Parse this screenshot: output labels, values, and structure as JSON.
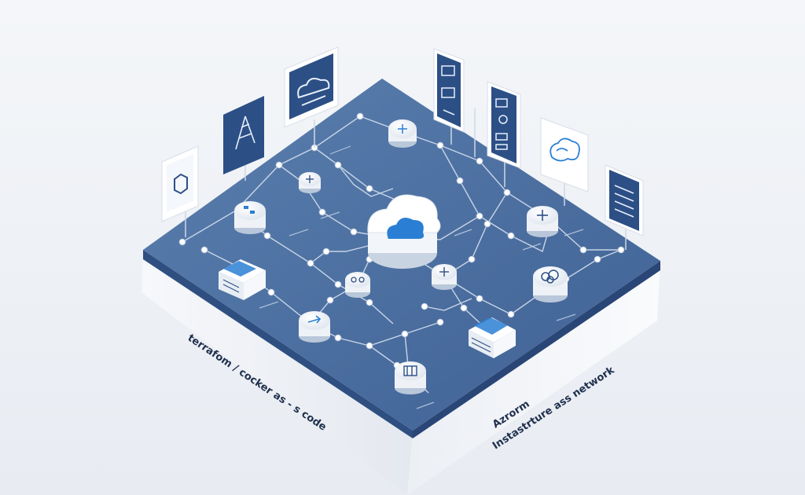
{
  "scene": {
    "left_caption": "terrafom / cocker as - s code",
    "right_caption_line1": "Azrorm",
    "right_caption_line2": "Instastrture ass network"
  },
  "colors": {
    "background": "#f1f3f7",
    "platform_top": "#4a6d9c",
    "platform_edge": "#2f4f80",
    "panel_dark": "#2c4f86",
    "node_fill": "#ffffff",
    "accent_blue": "#2a7fd4",
    "line": "#d6e0ee"
  },
  "icons": {
    "panels": [
      "hexagon-icon",
      "tower-icon",
      "cloud-icon",
      "document-icon",
      "layers-icon",
      "cloud-cluster-icon",
      "lines-icon"
    ],
    "nodes": [
      "cloud-icon",
      "server-icon",
      "database-icon",
      "hub-icon",
      "star-icon",
      "arrow-icon"
    ]
  }
}
